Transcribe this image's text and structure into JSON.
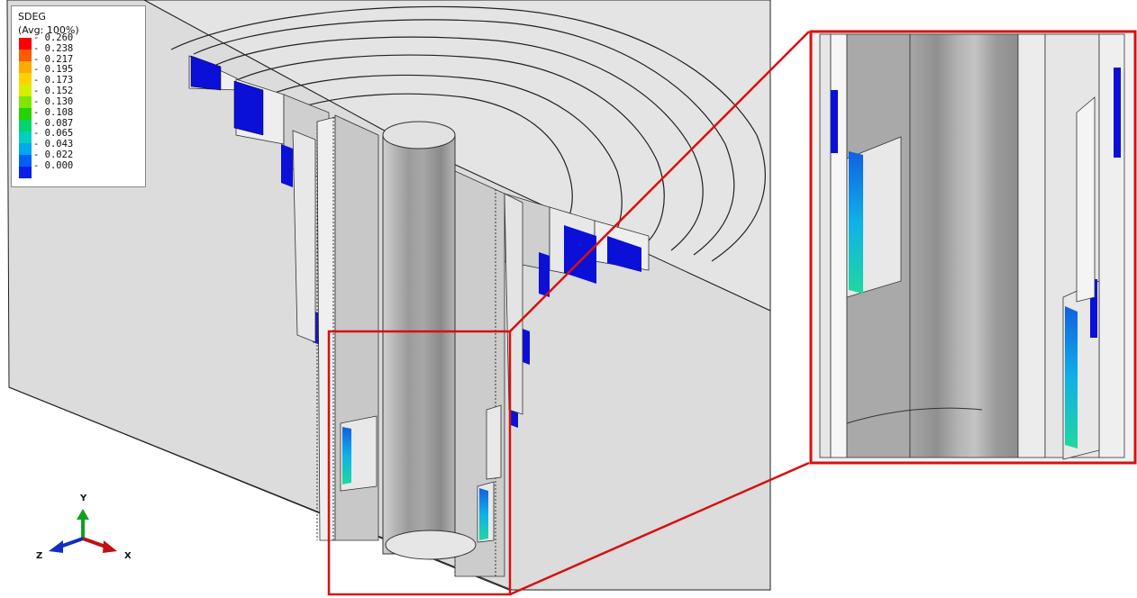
{
  "legend": {
    "title": "SDEG",
    "subtitle": "(Avg: 100%)",
    "values": [
      "0.260",
      "0.238",
      "0.217",
      "0.195",
      "0.173",
      "0.152",
      "0.130",
      "0.108",
      "0.087",
      "0.065",
      "0.043",
      "0.022",
      "0.000"
    ],
    "colors": [
      "#ff0000",
      "#ff5a00",
      "#ffaa00",
      "#ffd200",
      "#d6ee00",
      "#7ee600",
      "#22d400",
      "#00d46e",
      "#00cfc0",
      "#00a7ef",
      "#0060f5",
      "#0a1fe8"
    ],
    "icon": "color-scale-icon"
  },
  "triad": {
    "x": "X",
    "y": "Y",
    "z": "Z",
    "colors": {
      "x": "#c01010",
      "y": "#10a020",
      "z": "#1030c0"
    },
    "icon": "coordinate-triad-icon"
  },
  "highlight": {
    "color": "#d81010",
    "icon": "zoom-connector-icon"
  },
  "model": {
    "surface_color": "#e6e6e6",
    "pile_color": "#a9a9a9",
    "damage_low_color": "#0000d0",
    "damage_mid_color": "#00c8c8"
  }
}
